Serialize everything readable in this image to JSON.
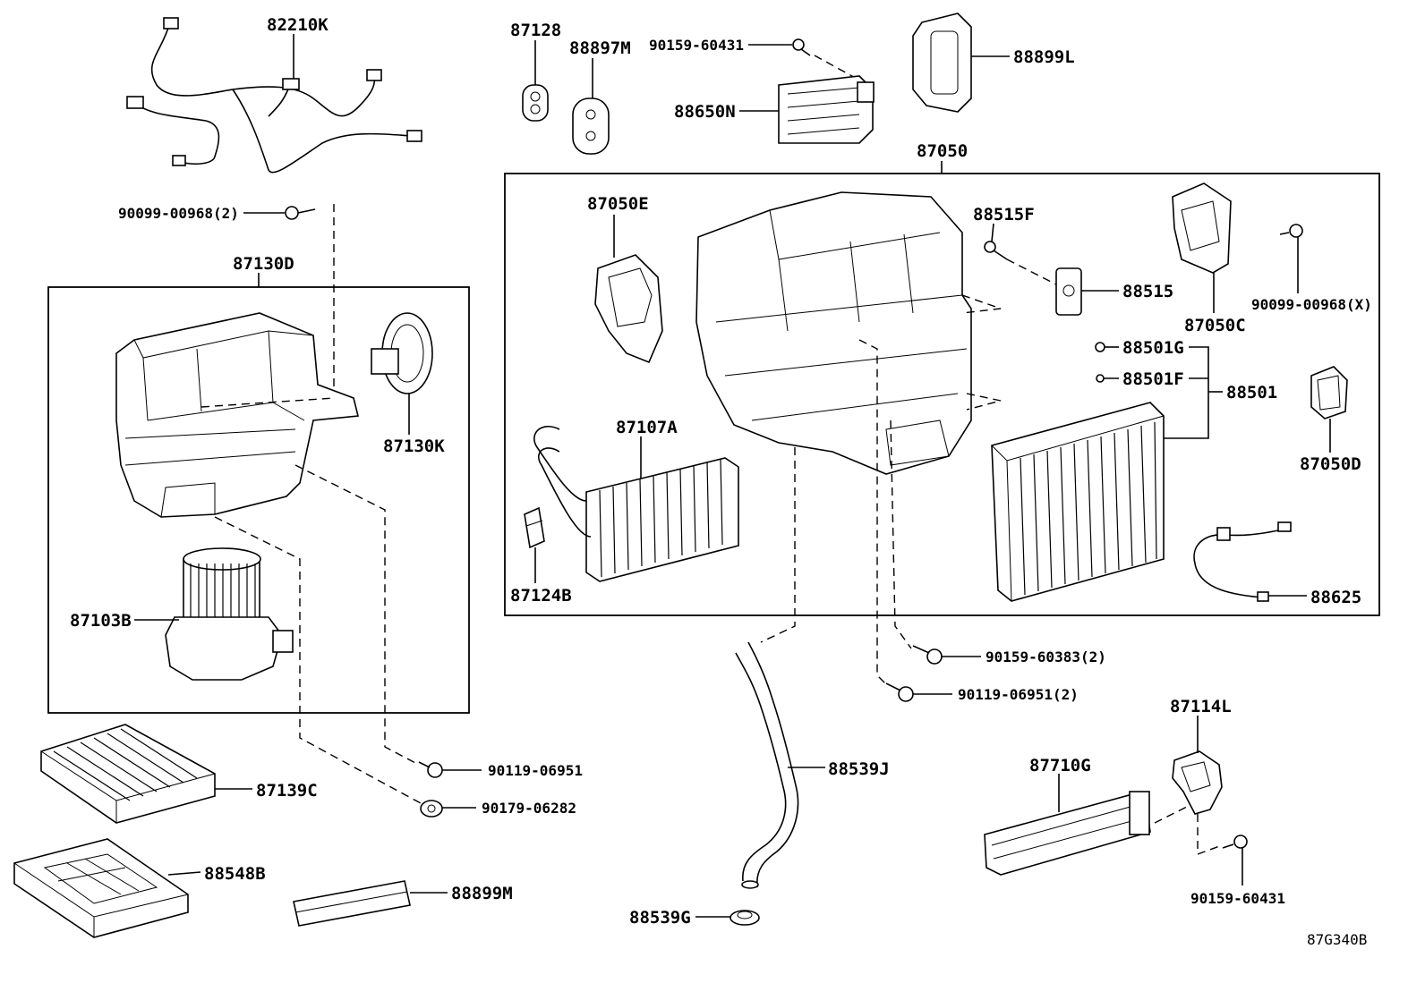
{
  "diagram_id": "87G340B",
  "labels": {
    "p82210K": "82210K",
    "p90099_00968_2": "90099-00968(2)",
    "p87130D": "87130D",
    "p87130K": "87130K",
    "p87103B": "87103B",
    "p87139C": "87139C",
    "p88548B": "88548B",
    "p88899M": "88899M",
    "p90119_06951": "90119-06951",
    "p90179_06282": "90179-06282",
    "p87128": "87128",
    "p88897M": "88897M",
    "p90159_60431_top": "90159-60431",
    "p88650N": "88650N",
    "p88899L": "88899L",
    "p87050": "87050",
    "p87050E": "87050E",
    "p88515F": "88515F",
    "p88515": "88515",
    "p87050C": "87050C",
    "p90099_00968_X": "90099-00968(X)",
    "p88501G": "88501G",
    "p88501F": "88501F",
    "p88501": "88501",
    "p87050D": "87050D",
    "p87107A": "87107A",
    "p87124B": "87124B",
    "p88625": "88625",
    "p90159_60383_2": "90159-60383(2)",
    "p90119_06951_2": "90119-06951(2)",
    "p88539J": "88539J",
    "p88539G": "88539G",
    "p87114L": "87114L",
    "p87710G": "87710G",
    "p90159_60431_bottom": "90159-60431"
  }
}
